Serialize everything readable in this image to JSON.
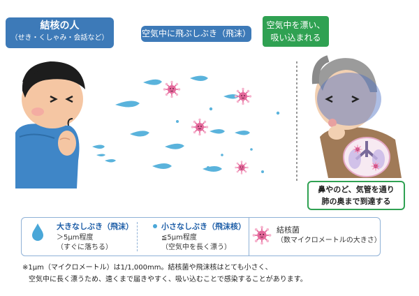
{
  "labels": {
    "infected_person_title": "結核の人",
    "infected_person_sub": "（せき・くしゃみ・会話など）",
    "droplets_in_air": "空気中に飛ぶしぶき（飛沫）",
    "inhaled_line1": "空気中を漂い、",
    "inhaled_line2": "吸い込まれる"
  },
  "callout": {
    "line1": "鼻やのど、気管を通り",
    "line2": "肺の奥まで到達する"
  },
  "legend": {
    "large": {
      "title": "大きなしぶき（飛沫）",
      "size": "＞5μm程度",
      "desc": "（すぐに落ちる）"
    },
    "small": {
      "title": "小さなしぶき（飛沫核）",
      "size": "≦5μm程度",
      "desc": "（空気中を長く漂う）"
    },
    "bacteria": {
      "title": "結核菌",
      "desc": "（数マイクロメートルの大きさ）"
    }
  },
  "footnote": {
    "line1": "※1μm（マイクロメートル）は1/1,000mm。結核菌や飛沫核はとても小さく、",
    "line2": "空気中に長く漂うため、遠くまで届きやすく、吸い込むことで感染することがあります。"
  },
  "colors": {
    "label_blue": "#3d7ab8",
    "label_green": "#2fa152",
    "droplet_blue": "#5ab3dc",
    "bacteria_pink": "#e4679a"
  }
}
